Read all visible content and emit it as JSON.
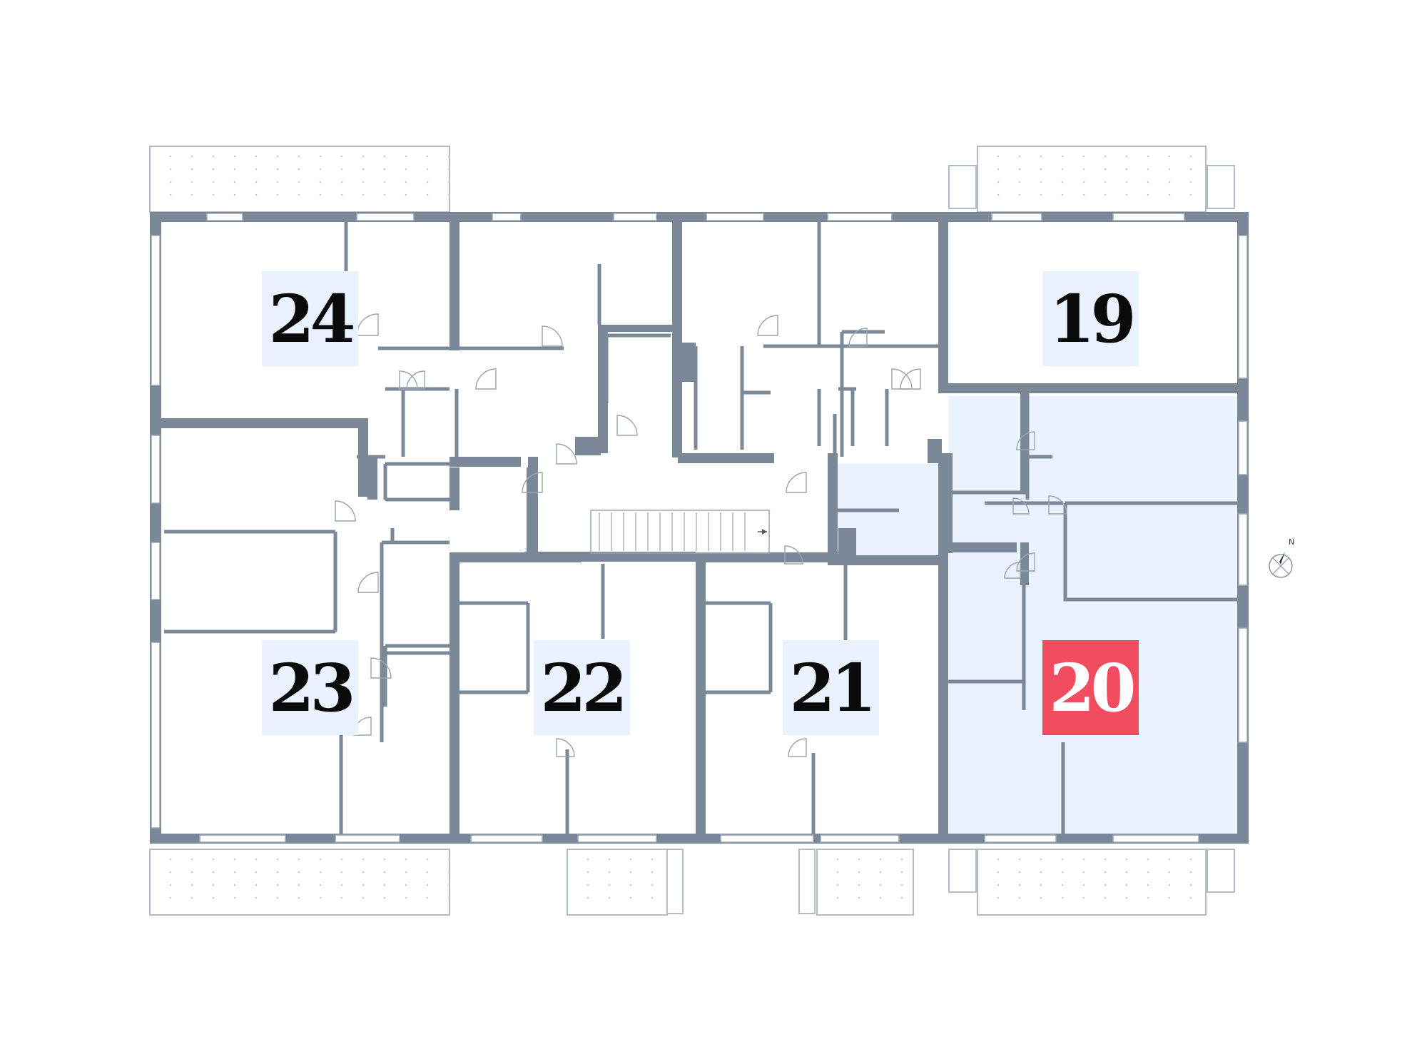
{
  "colors": {
    "wall": "#7a8898",
    "highlight_fill": "#eaf1ff",
    "label_bg": "#eaf1ff",
    "active_label_bg": "#f24c60",
    "active_label_text": "#ffffff",
    "label_text": "#0a0a0a"
  },
  "units": [
    {
      "number": "24",
      "selected": false
    },
    {
      "number": "19",
      "selected": false
    },
    {
      "number": "23",
      "selected": false
    },
    {
      "number": "22",
      "selected": false
    },
    {
      "number": "21",
      "selected": false
    },
    {
      "number": "20",
      "selected": true
    }
  ],
  "compass": {
    "north_label": "N",
    "icon": "compass-icon"
  }
}
